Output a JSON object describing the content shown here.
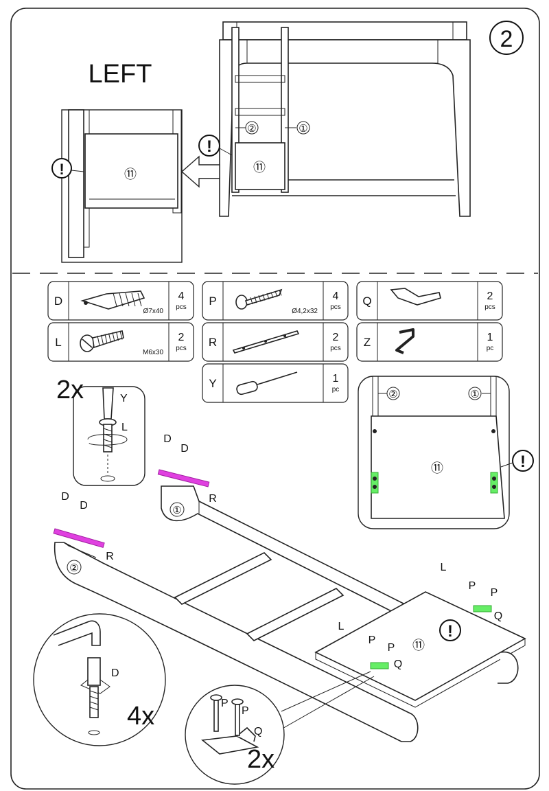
{
  "step": {
    "number": "2"
  },
  "side": {
    "label": "LEFT"
  },
  "callouts": {
    "warning": "!",
    "part_1": "①",
    "part_2": "②",
    "part_11": "⑪"
  },
  "parts": [
    {
      "letter": "D",
      "spec": "Ø7x40",
      "qty": "4",
      "unit": "pcs",
      "icon": "dowel-screw-icon"
    },
    {
      "letter": "P",
      "spec": "Ø4,2x32",
      "qty": "4",
      "unit": "pcs",
      "icon": "wood-screw-icon"
    },
    {
      "letter": "Q",
      "spec": "",
      "qty": "2",
      "unit": "pcs",
      "icon": "angle-bracket-icon"
    },
    {
      "letter": "L",
      "spec": "M6x30",
      "qty": "2",
      "unit": "pcs",
      "icon": "bolt-icon"
    },
    {
      "letter": "R",
      "spec": "",
      "qty": "2",
      "unit": "pcs",
      "icon": "metal-strip-icon"
    },
    {
      "letter": "Z",
      "spec": "",
      "qty": "1",
      "unit": "pc",
      "icon": "allen-key-icon"
    },
    {
      "letter": "Y",
      "spec": "",
      "qty": "1",
      "unit": "pc",
      "icon": "screwdriver-icon"
    }
  ],
  "details": {
    "bolt_qty": "2x",
    "bolt_labels": {
      "tool": "Y",
      "bolt": "L"
    },
    "dowel_qty": "4x",
    "dowel_label": "D",
    "bracket_qty": "2x",
    "bracket_labels": {
      "screw": "P",
      "bracket": "Q"
    }
  },
  "assembly_labels": {
    "D": "D",
    "R": "R",
    "L": "L",
    "P": "P",
    "Q": "Q"
  },
  "colors": {
    "strip_highlight": "#e040e0",
    "bracket_highlight": "#33dd33",
    "line": "#222222"
  }
}
